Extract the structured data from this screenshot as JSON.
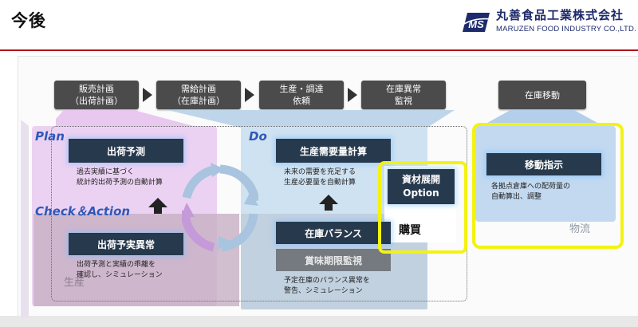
{
  "header": {
    "title": "今後",
    "company_jp": "丸善食品工業株式会社",
    "company_en": "MARUZEN FOOD INDUSTRY CO.,LTD.",
    "logo_mark": "MS",
    "accent_color": "#b0161c",
    "brand_color": "#1d2a6b"
  },
  "process_flow": [
    {
      "line1": "販売計画",
      "line2": "（出荷計画）"
    },
    {
      "line1": "需給計画",
      "line2": "（在庫計画）"
    },
    {
      "line1": "生産・調達",
      "line2": "依頼"
    },
    {
      "line1": "在庫異常",
      "line2": "監視"
    },
    {
      "line1": "在庫移動",
      "line2": ""
    }
  ],
  "regions": {
    "plan": "Plan",
    "do": "Do",
    "check_action": "Check＆Action",
    "seisan": "生産",
    "butsuryu": "物流",
    "kobai": "購買"
  },
  "boxes": {
    "shukka_yosoku": "出荷予測",
    "shukka_desc_1": "過去実績に基づく",
    "shukka_desc_2": "統計的出荷予測の自動計算",
    "yojitsu": "出荷予実異常",
    "yojitsu_desc_1": "出荷予測と実績の乖離を",
    "yojitsu_desc_2": "確認し、シミュレーション",
    "juyo": "生産需要量計算",
    "juyo_desc_1": "未来の需要を充足する",
    "juyo_desc_2": "生産必要量を自動計算",
    "zaiko_balance": "在庫バランス",
    "shomi": "賞味期限監視",
    "balance_desc_1": "予定在庫のバランス異常を",
    "balance_desc_2": "警告、シミュレーション",
    "shizai_1": "資材展開",
    "shizai_2": "Option",
    "ido_shiji": "移動指示",
    "ido_desc_1": "各拠点倉庫への配荷量の",
    "ido_desc_2": "自動算出、調整"
  },
  "colors": {
    "plan_region": "#ecd2f2",
    "do_region": "#cfe2f1",
    "logistics_region": "#c2d9f0",
    "highlight_yellow": "#f3f312",
    "dark_box": "#27394d",
    "label_blue": "#2e58b8"
  }
}
